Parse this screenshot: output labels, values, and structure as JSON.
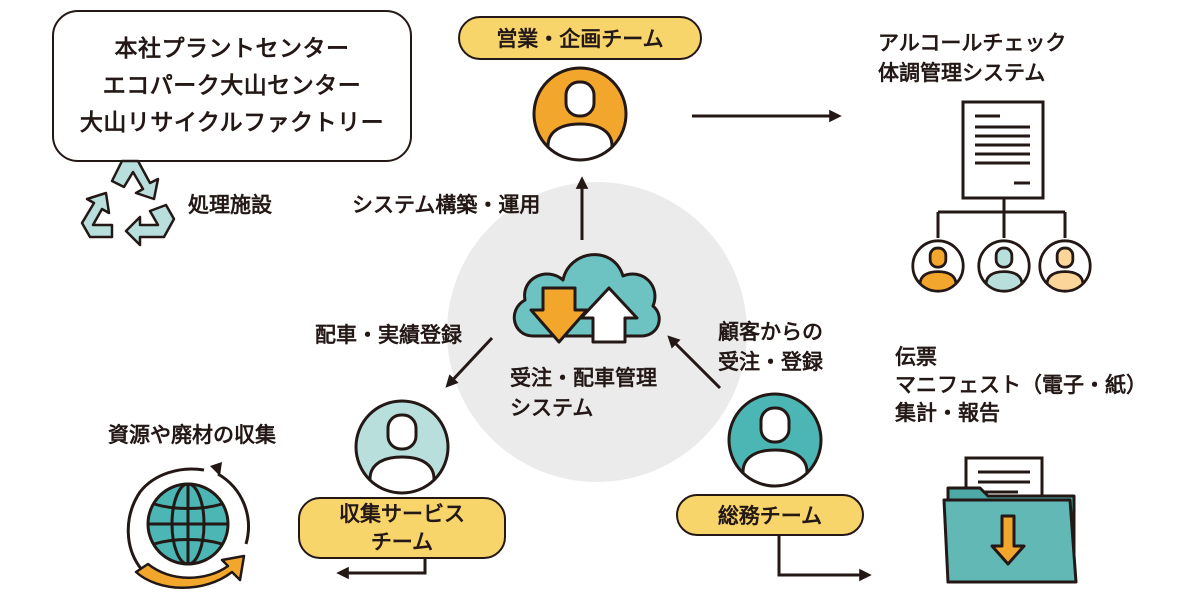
{
  "facilities": {
    "lines": [
      "本社プラントセンター",
      "エコパーク大山センター",
      "大山リサイクルファクトリー"
    ]
  },
  "processing": {
    "label": "処理施設"
  },
  "sales_team": {
    "label": "営業・企画チーム"
  },
  "system_build": {
    "label": "システム構築・運用"
  },
  "alcohol_check": {
    "line1": "アルコールチェック",
    "line2": "体調管理システム"
  },
  "center_system": {
    "line1": "受注・配車管理",
    "line2": "システム"
  },
  "dispatch": {
    "label": "配車・実績登録"
  },
  "customer_order": {
    "line1": "顧客からの",
    "line2": "受注・登録"
  },
  "documents": {
    "line1": "伝票",
    "line2": "マニフェスト（電子・紙）",
    "line3": "集計・報告"
  },
  "collection": {
    "label": "資源や廃材の収集"
  },
  "collection_team": {
    "line1": "収集サービス",
    "line2": "チーム"
  },
  "general_team": {
    "label": "総務チーム"
  },
  "colors": {
    "yellow": "#f7d56b",
    "orange": "#f2a72c",
    "teal": "#4bb6b3",
    "light_teal": "#b8dfdc",
    "pale_orange": "#fbd59a",
    "folder_teal": "#62b8b5",
    "cloud_teal": "#6cc3c1",
    "gray": "#ebebeb",
    "outline": "#231815"
  },
  "icons": [
    "recycle-icon",
    "person-icon",
    "cloud-icon",
    "document-icon",
    "folder-icon",
    "globe-icon"
  ]
}
